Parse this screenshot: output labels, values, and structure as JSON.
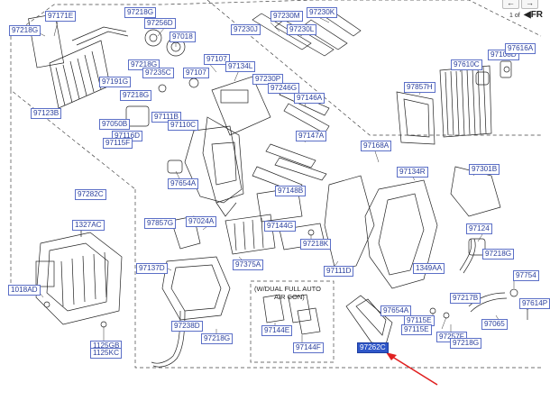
{
  "viewer": {
    "back_icon": "arrow-left-icon",
    "next_icon": "arrow-right-icon",
    "page_indicator": "1 of",
    "direction_label": "FR"
  },
  "note": {
    "line1": "(W/DUAL FULL AUTO",
    "line2": "AIR CON)"
  },
  "highlight_color": "#2e56c8",
  "arrow_color": "#e02020",
  "callouts": [
    "97171E",
    "97218G",
    "97256D",
    "97230M",
    "97230K",
    "97218G",
    "97018",
    "97230J",
    "97230L",
    "97218G",
    "97235C",
    "97107",
    "97107",
    "97134L",
    "97108D",
    "97616A",
    "97191G",
    "97610C",
    "97230P",
    "97246G",
    "97218G",
    "97123B",
    "97146A",
    "97857H",
    "97111B",
    "97050B",
    "97110C",
    "97116D",
    "97115F",
    "97147A",
    "97168A",
    "97134R",
    "97301B",
    "97282C",
    "97654A",
    "97148B",
    "1327AC",
    "97857G",
    "97024A",
    "97144G",
    "97124",
    "97218K",
    "97218G",
    "97375A",
    "97137D",
    "97111D",
    "1349AA",
    "97754",
    "1018AD",
    "97614P",
    "97217B",
    "(W/DUAL FULL AUTO",
    "97654A",
    "97115E",
    "97065",
    "97144E",
    "97115E",
    "97238D",
    "97218G",
    "97144F",
    "97257F",
    "97218G",
    "1125GB",
    "1125KC",
    "97262C"
  ]
}
